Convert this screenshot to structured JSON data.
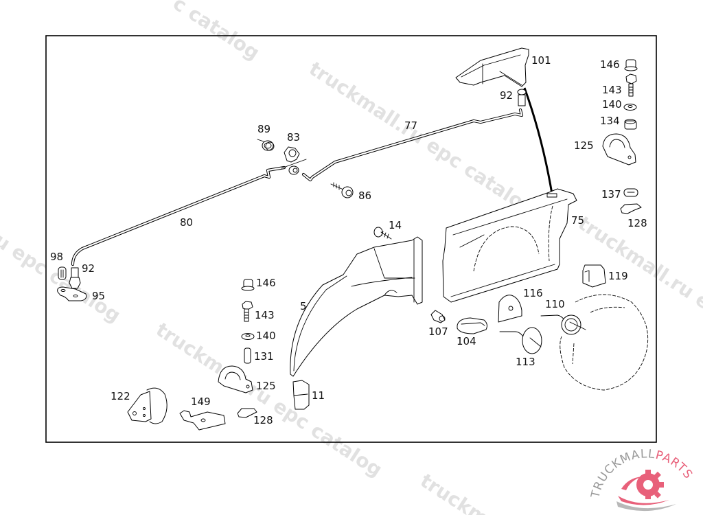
{
  "diagram": {
    "type": "parts-catalog-exploded-view",
    "callouts": [
      {
        "id": "c101",
        "label": "101",
        "part": "storage box / holder"
      },
      {
        "id": "c92a",
        "label": "92",
        "part": "rubber mount"
      },
      {
        "id": "c146a",
        "label": "146",
        "part": "cap"
      },
      {
        "id": "c143a",
        "label": "143",
        "part": "bolt"
      },
      {
        "id": "c140a",
        "label": "140",
        "part": "washer"
      },
      {
        "id": "c134",
        "label": "134",
        "part": "spacer"
      },
      {
        "id": "c125a",
        "label": "125",
        "part": "lashing ring"
      },
      {
        "id": "c89",
        "label": "89",
        "part": "spring"
      },
      {
        "id": "c83",
        "label": "83",
        "part": "bracket"
      },
      {
        "id": "c77",
        "label": "77",
        "part": "rod"
      },
      {
        "id": "c86",
        "label": "86",
        "part": "screw"
      },
      {
        "id": "c137",
        "label": "137",
        "part": "clip"
      },
      {
        "id": "c128a",
        "label": "128",
        "part": "clip"
      },
      {
        "id": "c80",
        "label": "80",
        "part": "rod"
      },
      {
        "id": "c75",
        "label": "75",
        "part": "side trim panel"
      },
      {
        "id": "c14",
        "label": "14",
        "part": "screw"
      },
      {
        "id": "c98",
        "label": "98",
        "part": "grommet"
      },
      {
        "id": "c92b",
        "label": "92",
        "part": "rubber mount"
      },
      {
        "id": "c95",
        "label": "95",
        "part": "lever"
      },
      {
        "id": "c119",
        "label": "119",
        "part": "cover"
      },
      {
        "id": "c146b",
        "label": "146",
        "part": "cap"
      },
      {
        "id": "c5",
        "label": "5",
        "part": "wheel arch trim"
      },
      {
        "id": "c116",
        "label": "116",
        "part": "plate"
      },
      {
        "id": "c110",
        "label": "110",
        "part": "holder"
      },
      {
        "id": "c143b",
        "label": "143",
        "part": "bolt"
      },
      {
        "id": "c107",
        "label": "107",
        "part": "plug"
      },
      {
        "id": "c104",
        "label": "104",
        "part": "grommet"
      },
      {
        "id": "c140b",
        "label": "140",
        "part": "washer"
      },
      {
        "id": "c113",
        "label": "113",
        "part": "holder"
      },
      {
        "id": "c131",
        "label": "131",
        "part": "sleeve"
      },
      {
        "id": "c125b",
        "label": "125",
        "part": "lashing ring"
      },
      {
        "id": "c11",
        "label": "11",
        "part": "clip"
      },
      {
        "id": "c122",
        "label": "122",
        "part": "lashing ring"
      },
      {
        "id": "c149",
        "label": "149",
        "part": "bracket"
      },
      {
        "id": "c128b",
        "label": "128",
        "part": "clip"
      }
    ]
  },
  "watermarks": [
    {
      "id": "wm1",
      "text": "c catalog"
    },
    {
      "id": "wm2",
      "text": "truckmall.ru epc catalog"
    },
    {
      "id": "wm3",
      "text": "truckmall.ru e"
    },
    {
      "id": "wm4",
      "text": "u epc catalog"
    },
    {
      "id": "wm5",
      "text": "truckmall.ru epc catalog"
    },
    {
      "id": "wm6",
      "text": "truckm"
    }
  ],
  "logo": {
    "text_gray": "TRUCKMALL",
    "text_accent": "PARTS",
    "accent_color": "#e8607a",
    "gray_color": "#9a9a9a"
  }
}
